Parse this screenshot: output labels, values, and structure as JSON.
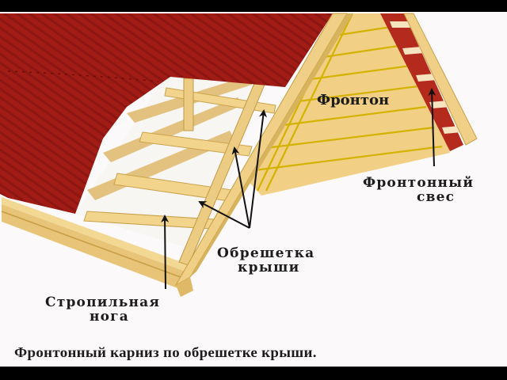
{
  "diagram": {
    "type": "roof-gable-structure",
    "colors": {
      "roofing": "#9e1b15",
      "roofing_dark": "#7a1410",
      "wood": "#f0d08a",
      "wood_dark": "#d9b25f",
      "wood_edge": "#b8902f",
      "gable_line": "#d6b800",
      "background": "#fbf9fa",
      "arrow": "#111111",
      "text": "#1c1c1c"
    },
    "labels": {
      "fronton": "Фронтон",
      "fronton_overhang_line1": "Фронтонный",
      "fronton_overhang_line2": "свес",
      "roof_lathing_line1": "Обрешетка",
      "roof_lathing_line2": "крыши",
      "rafter_leg_line1": "Стропильная",
      "rafter_leg_line2": "нога"
    },
    "caption": "Фронтонный карниз по обрешетке крыши."
  }
}
